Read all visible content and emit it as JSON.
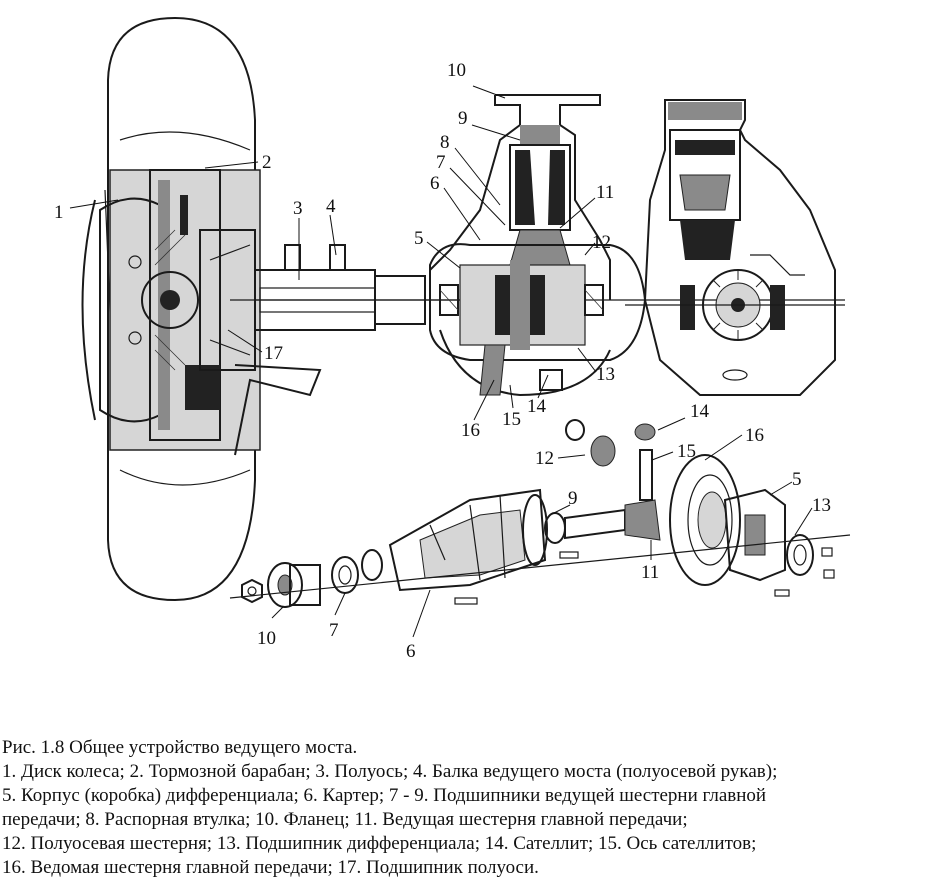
{
  "callouts": {
    "c1": "1",
    "c2": "2",
    "c3": "3",
    "c4": "4",
    "c5": "5",
    "c6": "6",
    "c7": "7",
    "c8": "8",
    "c9": "9",
    "c10": "10",
    "c11": "11",
    "c12": "12",
    "c13": "13",
    "c14": "14",
    "c15": "15",
    "c16": "16",
    "c17": "17",
    "e5": "5",
    "e6": "6",
    "e7": "7",
    "e9": "9",
    "e10": "10",
    "e11": "11",
    "e12": "12",
    "e13": "13",
    "e14": "14",
    "e15": "15",
    "e16": "16"
  },
  "caption": {
    "title": "Рис. 1.8 Общее устройство ведущего моста.",
    "lines": [
      "1. Диск колеса; 2. Тормозной барабан; 3. Полуось; 4. Балка ведущего моста (полуосевой рукав);",
      "5. Корпус (коробка) дифференциала; 6. Картер; 7 - 9. Подшипники ведущей шестерни главной",
      "передачи; 8. Распорная втулка; 10. Фланец; 11. Ведущая шестерня главной передачи;",
      "12. Полуосевая шестерня; 13. Подшипник дифференциала; 14. Сателлит; 15. Ось сателлитов;",
      "16. Ведомая шестерня главной передачи; 17. Подшипник полуоси."
    ]
  }
}
